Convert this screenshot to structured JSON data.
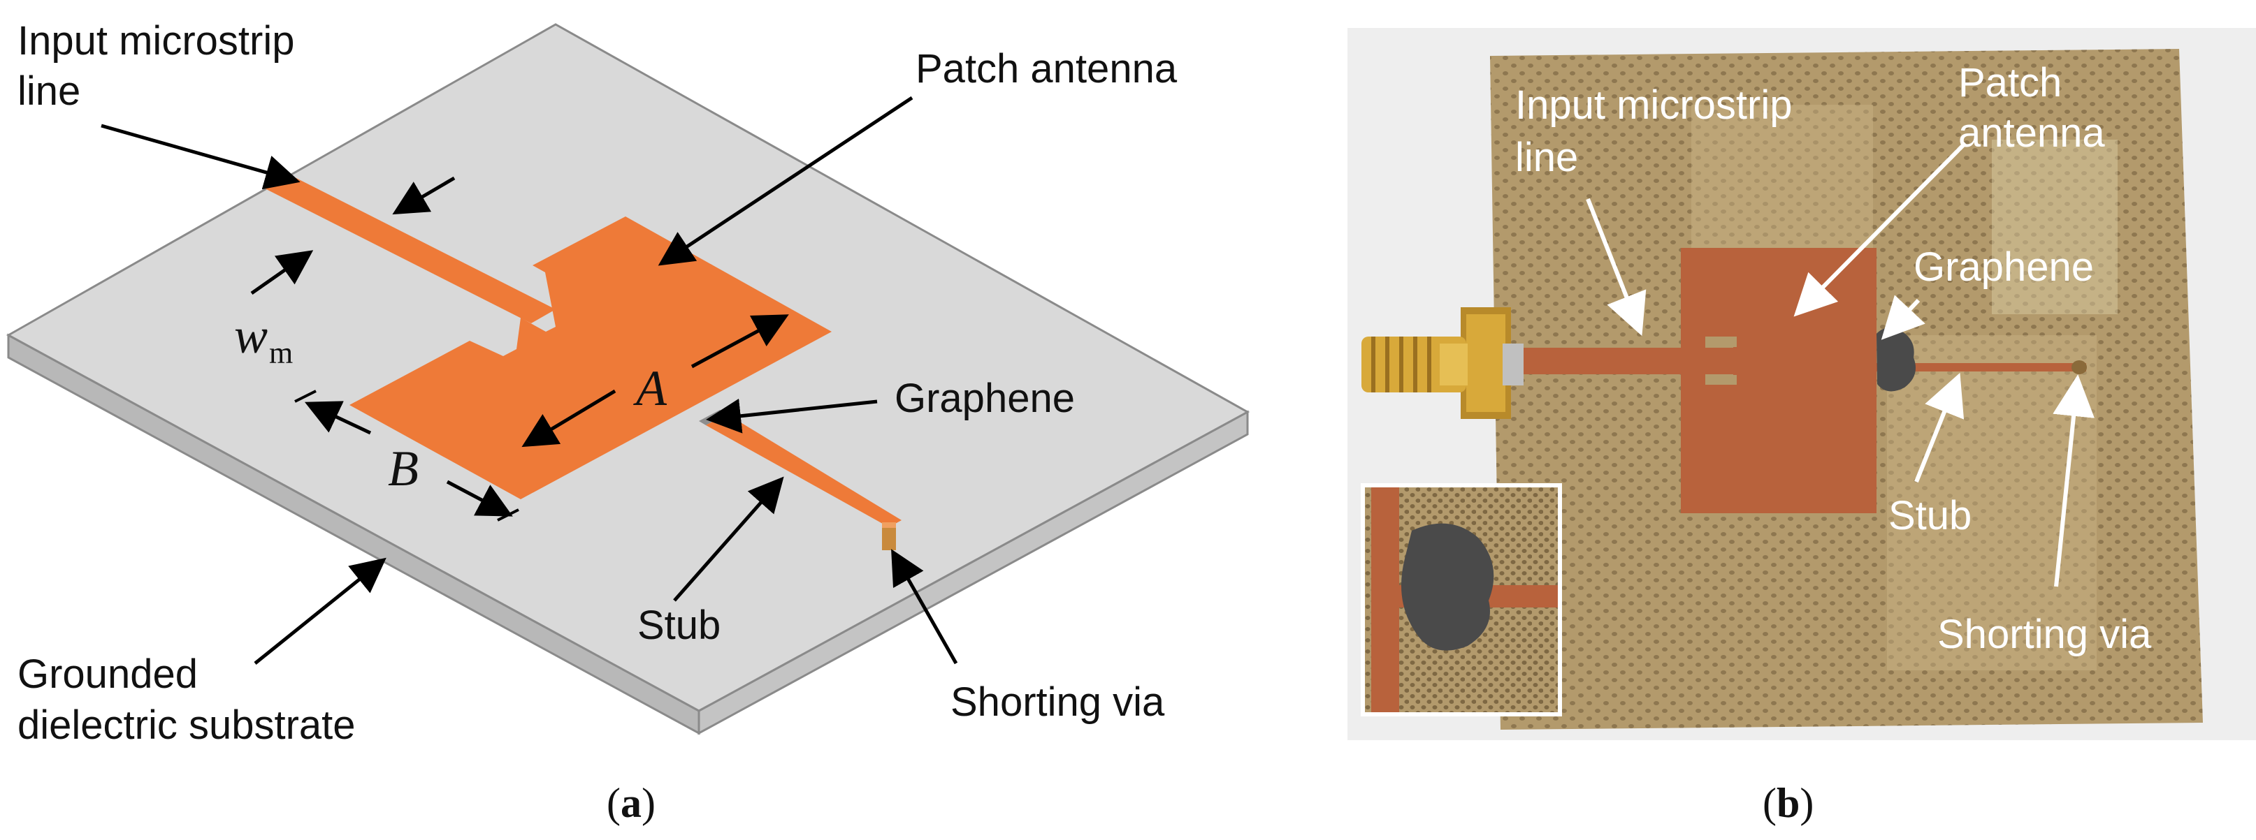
{
  "panel_a": {
    "labels": {
      "input_line_1": "Input microstrip",
      "input_line_2": "line",
      "patch": "Patch antenna",
      "graphene": "Graphene",
      "stub": "Stub",
      "shorting_via": "Shorting via",
      "ground_1": "Grounded",
      "ground_2": "dielectric substrate",
      "w_symbol": "w",
      "w_subscript": "m",
      "a_symbol": "A",
      "b_symbol": "B"
    },
    "caption_letter": "a"
  },
  "panel_b": {
    "labels": {
      "input_line_1": "Input microstrip",
      "input_line_2": "line",
      "patch_1": "Patch",
      "patch_2": "antenna",
      "graphene": "Graphene",
      "stub": "Stub",
      "shorting_via": "Shorting via"
    },
    "caption_letter": "b"
  },
  "colors": {
    "copper_model": "#ee7a38",
    "substrate": "#d9d9d9",
    "photo_board": "#b39a6c",
    "photo_copper": "#b8623c",
    "graphene": "#4a4a4a",
    "connector_gold": "#d8a93a"
  }
}
